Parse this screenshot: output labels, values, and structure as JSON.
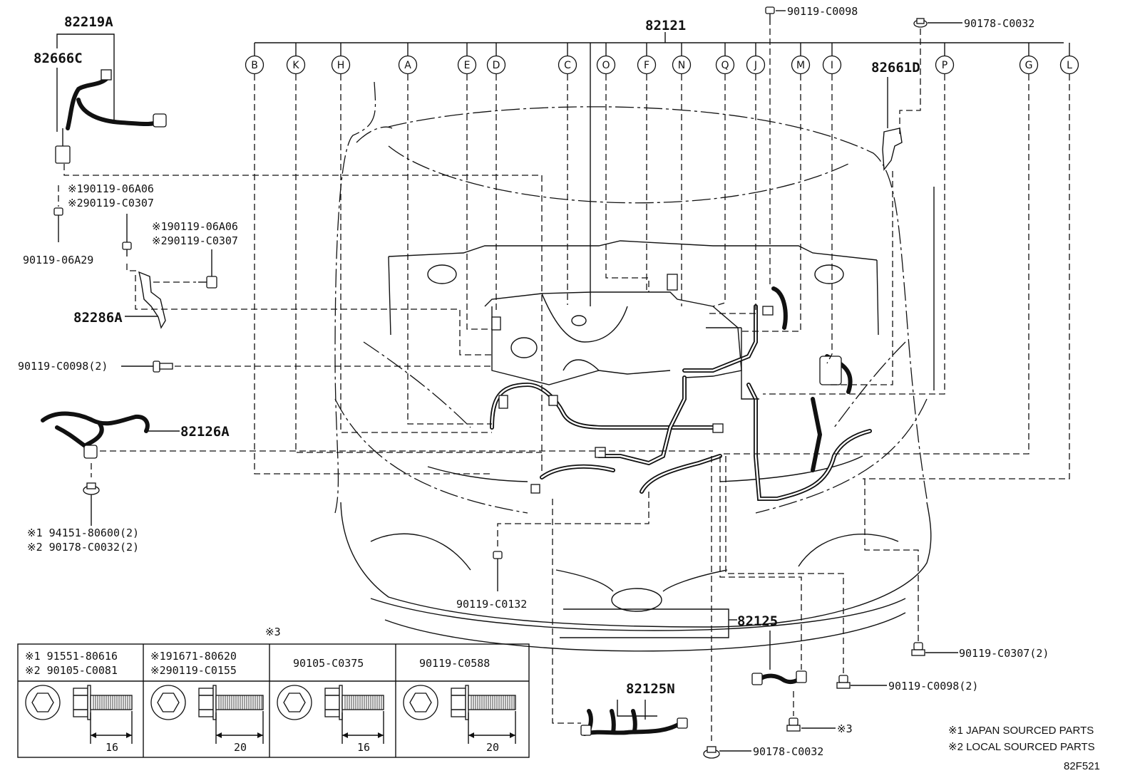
{
  "main_harness": {
    "part": "82121"
  },
  "connectors": [
    "B",
    "K",
    "H",
    "A",
    "E",
    "D",
    "C",
    "O",
    "F",
    "N",
    "Q",
    "J",
    "M",
    "I",
    "P",
    "G",
    "L"
  ],
  "top_bolts": {
    "left": "90119-C0098",
    "right": "90178-C0032"
  },
  "left_parts": {
    "harness_a": "82219A",
    "harness_b": "82666C",
    "note1_line1": "※190119-06A06",
    "note1_line2": "※290119-C0307",
    "bolt_a": "90119-06A29",
    "note2_line1": "※190119-06A06",
    "note2_line2": "※290119-C0307",
    "bracket": "82286A",
    "bolt_b": "90119-C0098(2)",
    "harness_c": "82126A",
    "nut_line1": "※1 94151-80600(2)",
    "nut_line2": "※2 90178-C0032(2)"
  },
  "right_parts": {
    "bracket": "82661D",
    "bolt_center": "90119-C0132",
    "harness_d": "82125",
    "harness_e": "82125N",
    "bolt_c": "90119-C0307(2)",
    "bolt_d": "90119-C0098(2)",
    "bolt_e": "※3",
    "nut_bottom": "90178-C0032"
  },
  "table": {
    "ref": "※3",
    "columns": [
      {
        "line1": "※1 91551-80616",
        "line2": "※2 90105-C0081",
        "length": "16"
      },
      {
        "line1": "※191671-80620",
        "line2": "※290119-C0155",
        "length": "20"
      },
      {
        "line1": "90105-C0375",
        "line2": "",
        "length": "16"
      },
      {
        "line1": "90119-C0588",
        "line2": "",
        "length": "20"
      }
    ]
  },
  "legend": {
    "note1": "※1 JAPAN SOURCED PARTS",
    "note2": "※2 LOCAL SOURCED PARTS",
    "code": "82F521"
  }
}
